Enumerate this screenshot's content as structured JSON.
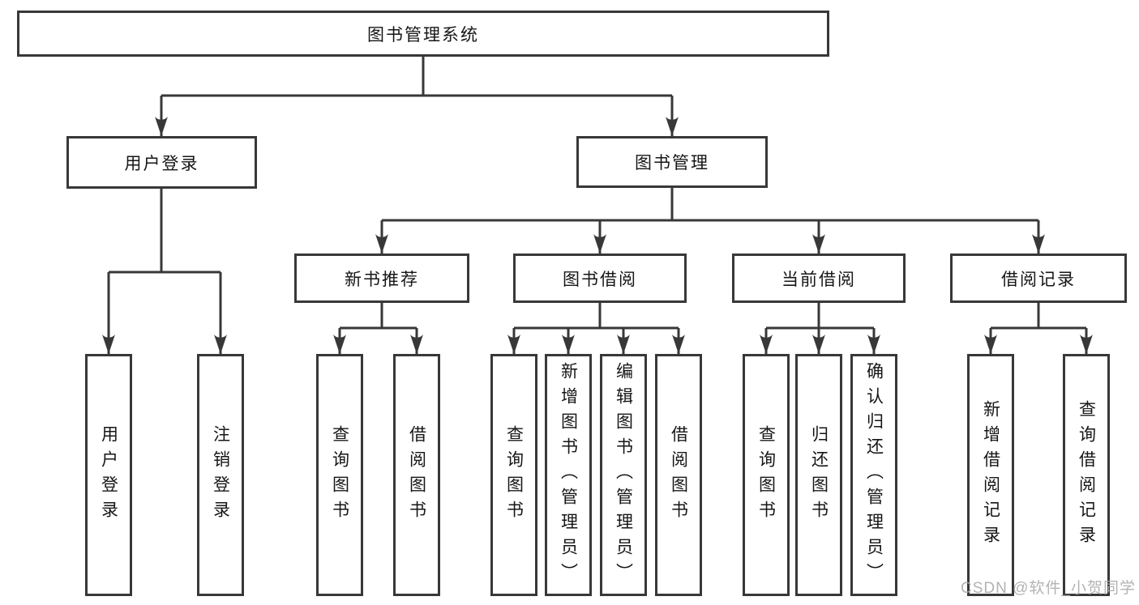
{
  "diagram": {
    "title": "图书管理系统",
    "root": {
      "label": "图书管理系统"
    },
    "login_branch": {
      "label": "用户登录",
      "children": [
        {
          "label": "用户登录"
        },
        {
          "label": "注销登录"
        }
      ]
    },
    "mgmt_branch": {
      "label": "图书管理",
      "groups": [
        {
          "label": "新书推荐",
          "children": [
            {
              "label": "查询图书"
            },
            {
              "label": "借阅图书"
            }
          ]
        },
        {
          "label": "图书借阅",
          "children": [
            {
              "label": "查询图书"
            },
            {
              "label": "新增图书（管理员）"
            },
            {
              "label": "编辑图书（管理员）"
            },
            {
              "label": "借阅图书"
            }
          ]
        },
        {
          "label": "当前借阅",
          "children": [
            {
              "label": "查询图书"
            },
            {
              "label": "归还图书"
            },
            {
              "label": "确认归还（管理员）"
            }
          ]
        },
        {
          "label": "借阅记录",
          "children": [
            {
              "label": "新增借阅记录"
            },
            {
              "label": "查询借阅记录"
            }
          ]
        }
      ]
    }
  },
  "watermark": {
    "text": "CSDN @软件_小贺同学"
  },
  "colors": {
    "line": "#383838",
    "border": "#383838",
    "text": "#161616",
    "watermark": "#ababab",
    "background": "#ffffff"
  }
}
